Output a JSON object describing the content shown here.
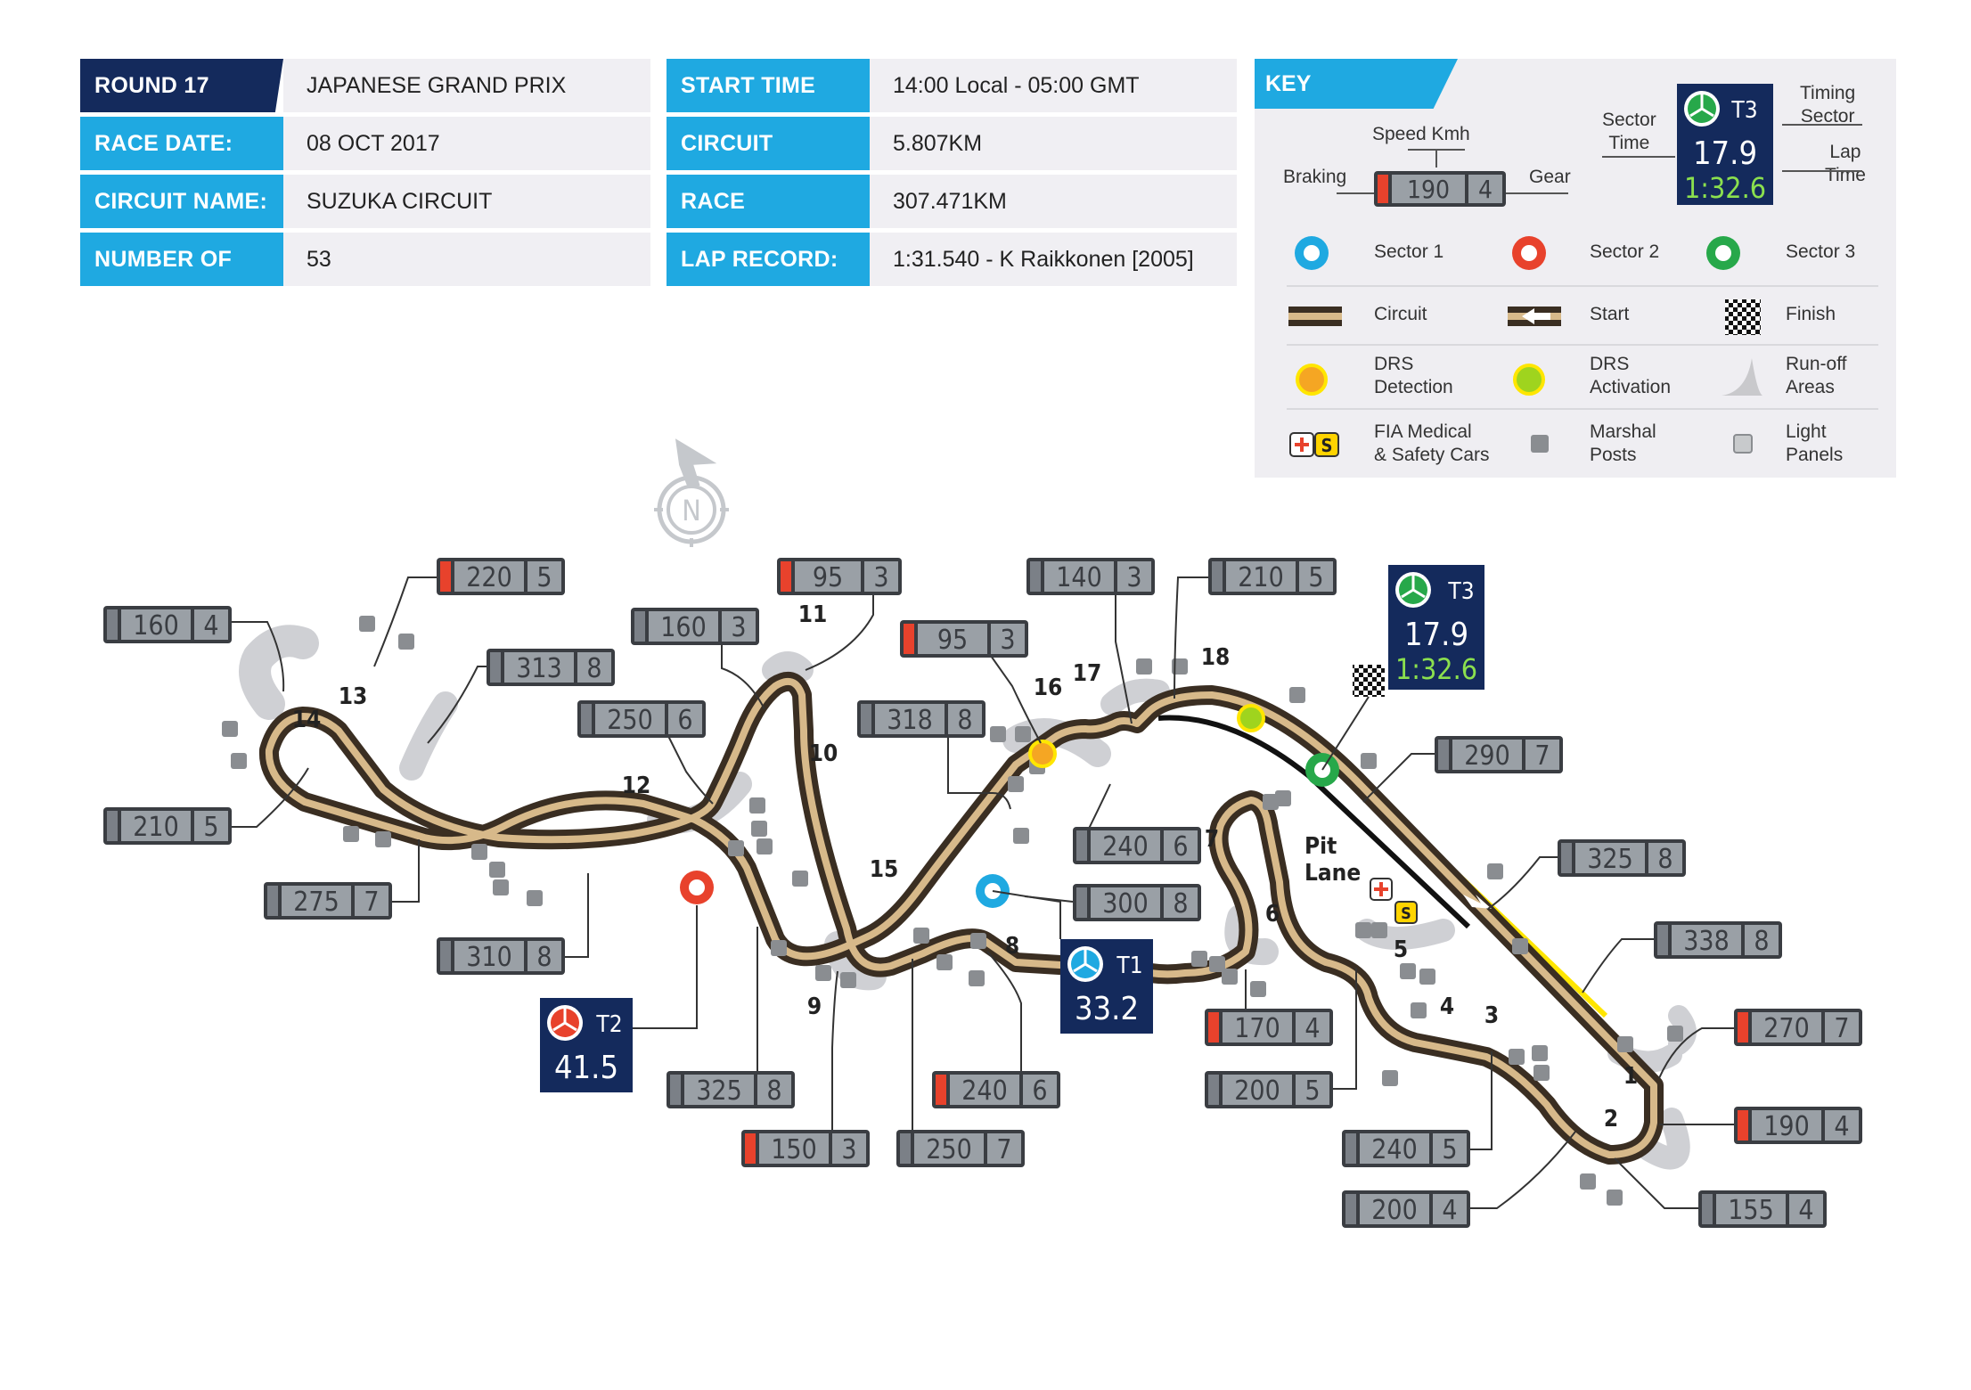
{
  "info": {
    "left": [
      {
        "label": "ROUND 17",
        "value": "JAPANESE GRAND PRIX"
      },
      {
        "label": "RACE DATE:",
        "value": "08 OCT 2017"
      },
      {
        "label": "CIRCUIT NAME:",
        "value": "SUZUKA CIRCUIT"
      },
      {
        "label": "NUMBER OF LAPS:",
        "value": "53"
      }
    ],
    "right": [
      {
        "label": "START TIME",
        "value": "14:00 Local - 05:00 GMT"
      },
      {
        "label": "CIRCUIT LENGTH:",
        "value": "5.807KM"
      },
      {
        "label": "RACE DISTANCE:",
        "value": "307.471KM"
      },
      {
        "label": "LAP RECORD:",
        "value": "1:31.540 - K Raikkonen [2005]"
      }
    ]
  },
  "key": {
    "title": "KEY",
    "speed_label": "Speed Kmh",
    "braking_label": "Braking",
    "gear_label": "Gear",
    "example_speed": "190",
    "example_gear": "4",
    "sector_time_label": "Sector\nTime",
    "timing_sector_label": "Timing\nSector",
    "lap_time_label": "Lap\nTime",
    "example_sector": "T3",
    "example_sector_time": "17.9",
    "example_lap_time": "1:32.6",
    "items": [
      {
        "icon": "sector-1-ring",
        "label": "Sector 1"
      },
      {
        "icon": "sector-2-ring",
        "label": "Sector 2"
      },
      {
        "icon": "sector-3-ring",
        "label": "Sector 3"
      },
      {
        "icon": "circuit-line",
        "label": "Circuit"
      },
      {
        "icon": "start-arrow",
        "label": "Start"
      },
      {
        "icon": "finish-flag",
        "label": "Finish"
      },
      {
        "icon": "drs-detection-dot",
        "label": "DRS\nDetection"
      },
      {
        "icon": "drs-activation-dot",
        "label": "DRS\nActivation"
      },
      {
        "icon": "runoff-shape",
        "label": "Run-off\nAreas"
      },
      {
        "icon": "medical-safety-car",
        "label": "FIA Medical\n& Safety Cars"
      },
      {
        "icon": "marshal-post",
        "label": "Marshal\nPosts"
      },
      {
        "icon": "light-panel",
        "label": "Light\nPanels"
      }
    ],
    "colors": {
      "sector1": "#1fa9e1",
      "sector2": "#e8422c",
      "sector3": "#27a84a",
      "drs_detection": "#f5a623",
      "drs_activation": "#9fd41e"
    }
  },
  "compass": {
    "label": "N"
  },
  "map": {
    "corners": [
      "1",
      "2",
      "3",
      "4",
      "5",
      "6",
      "7",
      "8",
      "9",
      "10",
      "11",
      "12",
      "13",
      "14",
      "15",
      "16",
      "17",
      "18"
    ],
    "pit_lane_label": "Pit\nLane",
    "safety_car_label": "S",
    "timing_boxes": [
      {
        "sector": "T1",
        "time": "33.2"
      },
      {
        "sector": "T2",
        "time": "41.5"
      },
      {
        "sector": "T3",
        "time": "17.9",
        "lap": "1:32.6"
      }
    ],
    "speed_boxes": [
      {
        "speed": "160",
        "gear": "4",
        "braking": false
      },
      {
        "speed": "220",
        "gear": "5",
        "braking": true
      },
      {
        "speed": "313",
        "gear": "8",
        "braking": false
      },
      {
        "speed": "160",
        "gear": "3",
        "braking": false
      },
      {
        "speed": "95",
        "gear": "3",
        "braking": true
      },
      {
        "speed": "140",
        "gear": "3",
        "braking": false
      },
      {
        "speed": "210",
        "gear": "5",
        "braking": false
      },
      {
        "speed": "95",
        "gear": "3",
        "braking": true
      },
      {
        "speed": "250",
        "gear": "6",
        "braking": false
      },
      {
        "speed": "318",
        "gear": "8",
        "braking": false
      },
      {
        "speed": "290",
        "gear": "7",
        "braking": false
      },
      {
        "speed": "210",
        "gear": "5",
        "braking": false
      },
      {
        "speed": "240",
        "gear": "6",
        "braking": false
      },
      {
        "speed": "325",
        "gear": "8",
        "braking": false
      },
      {
        "speed": "275",
        "gear": "7",
        "braking": false
      },
      {
        "speed": "300",
        "gear": "8",
        "braking": false
      },
      {
        "speed": "310",
        "gear": "8",
        "braking": false
      },
      {
        "speed": "338",
        "gear": "8",
        "braking": false
      },
      {
        "speed": "170",
        "gear": "4",
        "braking": true
      },
      {
        "speed": "270",
        "gear": "7",
        "braking": true
      },
      {
        "speed": "325",
        "gear": "8",
        "braking": false
      },
      {
        "speed": "240",
        "gear": "6",
        "braking": true
      },
      {
        "speed": "200",
        "gear": "5",
        "braking": false
      },
      {
        "speed": "190",
        "gear": "4",
        "braking": true
      },
      {
        "speed": "150",
        "gear": "3",
        "braking": true
      },
      {
        "speed": "250",
        "gear": "7",
        "braking": false
      },
      {
        "speed": "240",
        "gear": "5",
        "braking": false
      },
      {
        "speed": "200",
        "gear": "4",
        "braking": false
      },
      {
        "speed": "155",
        "gear": "4",
        "braking": false
      }
    ]
  }
}
